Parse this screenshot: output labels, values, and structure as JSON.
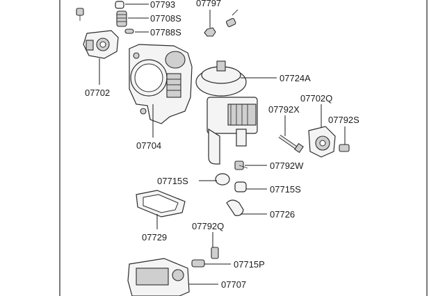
{
  "labels": {
    "p07793": "07793",
    "p07797": "07797",
    "p07708S": "07708S",
    "p07788S": "07788S",
    "p07702": "07702",
    "p07724A": "07724A",
    "p07702Q": "07702Q",
    "p07792X": "07792X",
    "p07792S": "07792S",
    "p07704": "07704",
    "p07792W": "07792W",
    "p07715S_a": "07715S",
    "p07715S_b": "07715S",
    "p07726": "07726",
    "p07729": "07729",
    "p07792Q": "07792Q",
    "p07715P": "07715P",
    "p07707": "07707"
  }
}
